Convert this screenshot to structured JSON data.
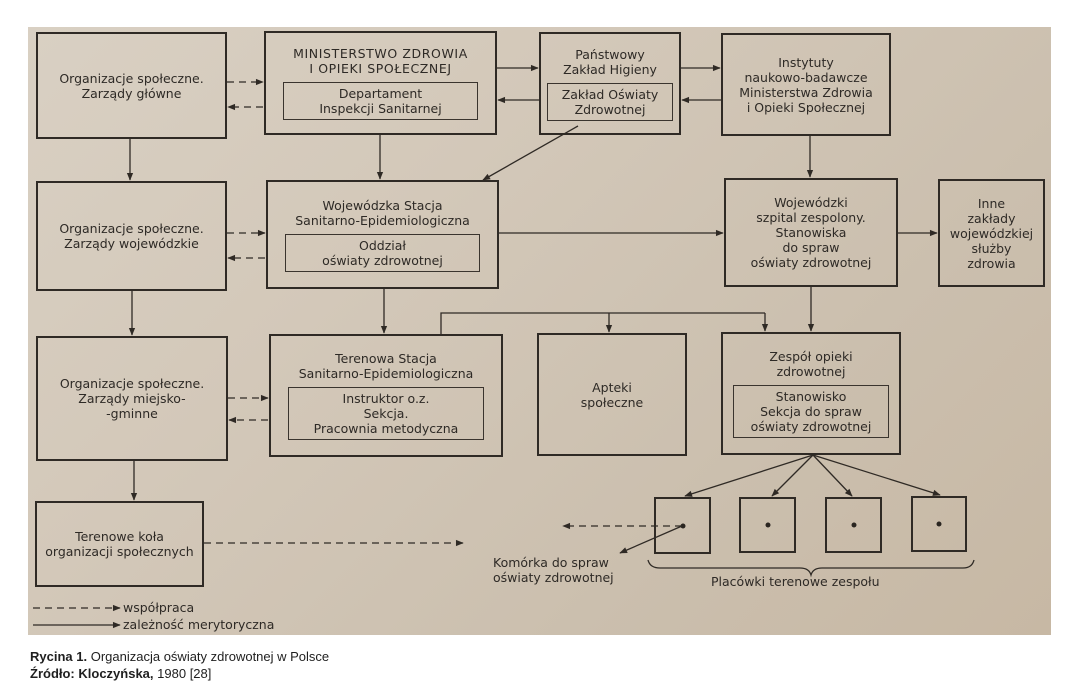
{
  "diagram": {
    "boxes": {
      "org_glowne": {
        "lines": "Organizacje społeczne.\nZarządy główne"
      },
      "ministerstwo": {
        "title": "MINISTERSTWO ZDROWIA\nI OPIEKI SPOŁECZNEJ",
        "inner": "Departament\nInspekcji Sanitarnej"
      },
      "pzh": {
        "title": "Państwowy\nZakład Higieny",
        "inner": "Zakład Oświaty\nZdrowotnej"
      },
      "instytuty": {
        "lines": "Instytuty\nnaukowo-badawcze\nMinisterstwa Zdrowia\ni Opieki Społecznej"
      },
      "org_wojewodzkie": {
        "lines": "Organizacje społeczne.\nZarządy wojewódzkie"
      },
      "wsse": {
        "title": "Wojewódzka Stacja\nSanitarno-Epidemiologiczna",
        "inner": "Oddział\noświaty zdrowotnej"
      },
      "szpital": {
        "lines": "Wojewódzki\nszpital zespolony.\nStanowiska\ndo spraw\noświaty zdrowotnej"
      },
      "inne": {
        "lines": "Inne\nzakłady\nwojewódzkiej\nsłużby\nzdrowia"
      },
      "org_miejsko": {
        "lines": "Organizacje społeczne.\nZarządy miejsko-\n-gminne"
      },
      "tsse": {
        "title": "Terenowa Stacja\nSanitarno-Epidemiologiczna",
        "inner": "Instruktor o.z.\nSekcja.\nPracownia metodyczna"
      },
      "apteki": {
        "lines": "Apteki\nspołeczne"
      },
      "zespol": {
        "title": "Zespół opieki\nzdrowotnej",
        "inner": "Stanowisko\nSekcja do spraw\noświaty zdrowotnej"
      },
      "kola": {
        "lines": "Terenowe koła\norganizacji społecznych"
      }
    },
    "labels": {
      "komorka": "Komórka do spraw\noświaty zdrowotnej",
      "placowki": "Placówki terenowe zespołu"
    },
    "legend": {
      "dashed": "współpraca",
      "solid": "zależność merytoryczna"
    },
    "placowki_count": 4
  },
  "caption": {
    "figure_label": "Rycina 1.",
    "figure_title": "Organizacja oświaty zdrowotnej w Polsce",
    "source_label": "Źródło: Kloczyńska,",
    "source_text": "1980 [28]"
  }
}
